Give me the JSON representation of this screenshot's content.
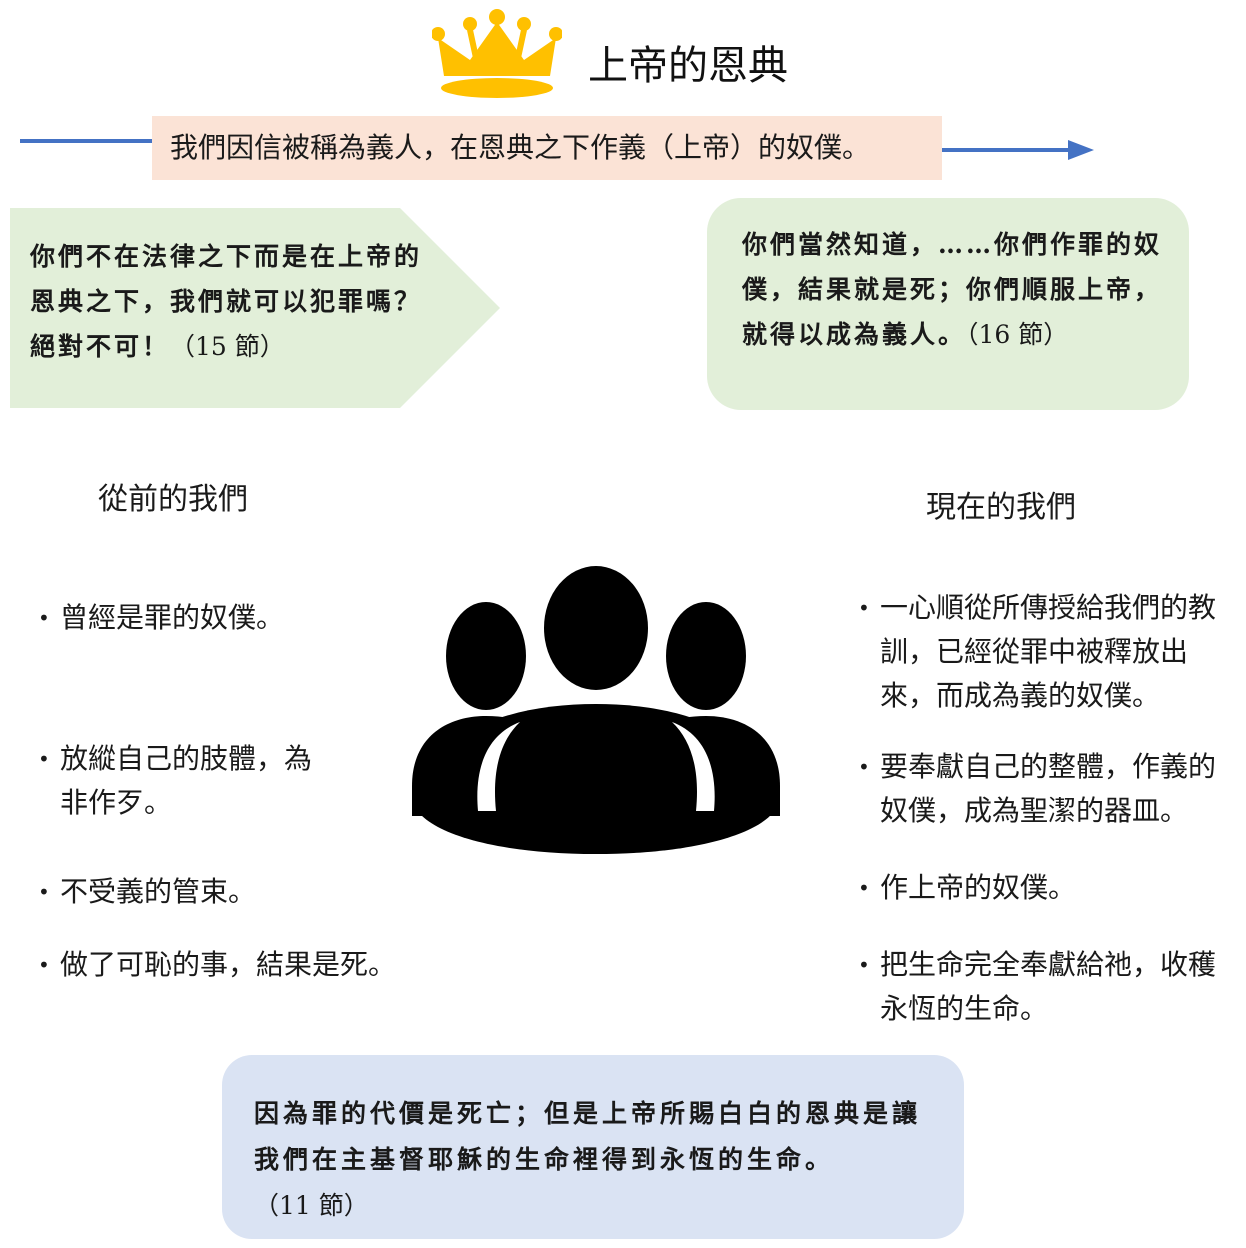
{
  "title": "上帝的恩典",
  "banner": "我們因信被稱為義人，在恩典之下作義（上帝）的奴僕。",
  "callout_left": {
    "text": "你們不在法律之下而是在上帝的恩典之下，我們就可以犯罪嗎？絕對不可！",
    "ref": "（15 節）"
  },
  "callout_right": {
    "text": "你們當然知道，……你們作罪的奴僕，結果就是死；你們順服上帝，就得以成為義人。",
    "ref": "（16 節）"
  },
  "before": {
    "heading": "從前的我們",
    "items": [
      "曾經是罪的奴僕。",
      "放縱自己的肢體，為非作歹。",
      "不受義的管束。",
      "做了可恥的事，結果是死。"
    ]
  },
  "now": {
    "heading": "現在的我們",
    "items": [
      "一心順從所傳授給我們的教訓，已經從罪中被釋放出來，而成為義的奴僕。",
      "要奉獻自己的整體，作義的奴僕，成為聖潔的器皿。",
      "作上帝的奴僕。",
      "把生命完全奉獻給祂，收穫永恆的生命。"
    ]
  },
  "callout_bottom": {
    "text": "因為罪的代價是死亡；但是上帝所賜白白的恩典是讓我們在主基督耶穌的生命裡得到永恆的生命。",
    "ref": "（11 節）"
  },
  "icons": {
    "crown": "crown-icon",
    "people": "people-group-icon"
  },
  "colors": {
    "banner_bg": "#fbe3d6",
    "arrow": "#4472c4",
    "green_box": "#e2efd9",
    "blue_box": "#dae3f3",
    "crown": "#ffc000"
  }
}
